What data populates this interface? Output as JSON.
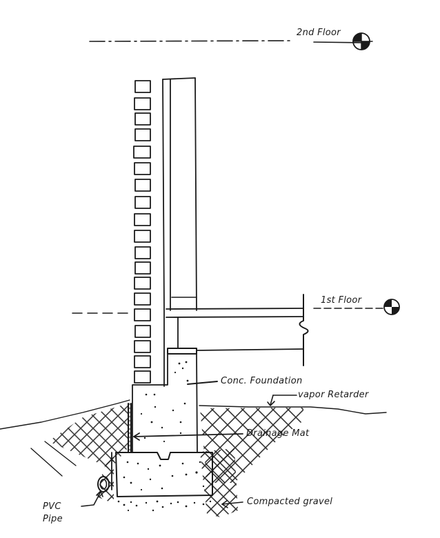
{
  "diagram": {
    "type": "wall-section-sketch",
    "levels": {
      "second_floor": "2nd Floor",
      "first_floor": "1st Floor"
    },
    "callouts": {
      "foundation": "Conc. Foundation",
      "vapor": "vapor Retarder",
      "drainage": "Drainage Mat",
      "pvc_line1": "PVC",
      "pvc_line2": "Pipe",
      "gravel": "Compacted gravel"
    },
    "colors": {
      "ink": "#1a1a1a",
      "paper": "#ffffff"
    }
  }
}
